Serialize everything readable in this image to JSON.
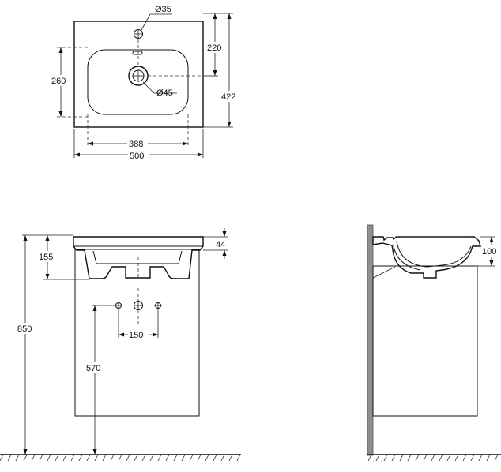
{
  "dimensions": {
    "top_tap_hole": "Ø35",
    "top_tap_offset": "220",
    "top_basin_depth": "260",
    "top_drain": "Ø45",
    "top_total_depth": "422",
    "top_basin_width": "388",
    "top_total_width": "500",
    "front_basin_depth": "155",
    "front_rim_thickness": "44",
    "front_total_height": "850",
    "front_pipe_spacing": "150",
    "front_pipe_height": "570",
    "side_basin_depth": "100"
  }
}
